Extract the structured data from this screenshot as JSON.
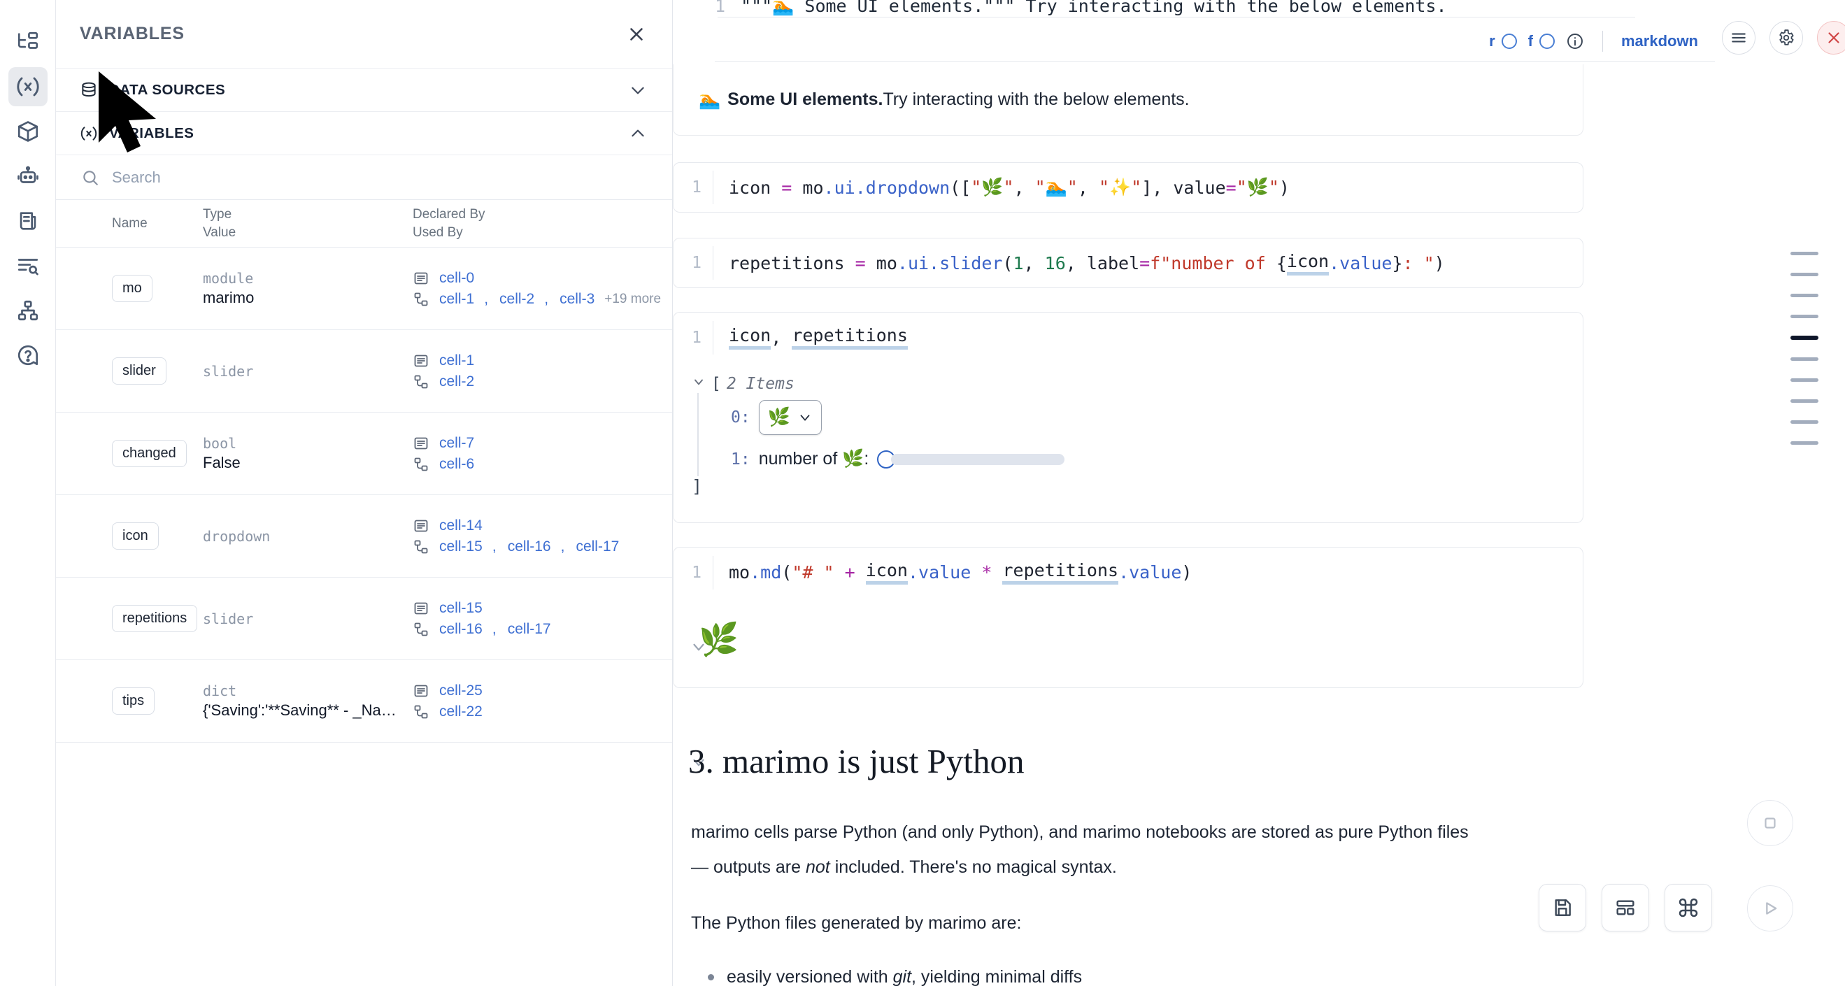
{
  "rail": {
    "items": [
      {
        "name": "file-tree-icon",
        "label": "File explorer"
      },
      {
        "name": "variables-icon",
        "label": "Variables",
        "active": true
      },
      {
        "name": "package-icon",
        "label": "Packages"
      },
      {
        "name": "robot-icon",
        "label": "Chat"
      },
      {
        "name": "scratchpad-icon",
        "label": "Scratchpad"
      },
      {
        "name": "outline-icon",
        "label": "Outline"
      },
      {
        "name": "dependency-graph-icon",
        "label": "Dependency graph"
      },
      {
        "name": "help-icon",
        "label": "Help"
      }
    ]
  },
  "panel": {
    "title": "VARIABLES",
    "close_label": "×",
    "sections": [
      {
        "label": "DATA SOURCES",
        "icon": "database-icon",
        "expanded": false
      },
      {
        "label": "VARIABLES",
        "icon": "variables-icon",
        "expanded": true
      }
    ],
    "search": {
      "placeholder": "Search",
      "value": ""
    },
    "table": {
      "headers": {
        "name": "Name",
        "type": "Type",
        "value": "Value",
        "declared_by": "Declared By",
        "used_by": "Used By"
      },
      "rows": [
        {
          "name": "mo",
          "type": "module",
          "value": "marimo",
          "declared_by": [
            "cell-0"
          ],
          "used_by": [
            "cell-1",
            "cell-2",
            "cell-3"
          ],
          "more": "+19 more"
        },
        {
          "name": "slider",
          "type": "slider",
          "value": "",
          "declared_by": [
            "cell-1"
          ],
          "used_by": [
            "cell-2"
          ],
          "more": ""
        },
        {
          "name": "changed",
          "type": "bool",
          "value": "False",
          "declared_by": [
            "cell-7"
          ],
          "used_by": [
            "cell-6"
          ],
          "more": ""
        },
        {
          "name": "icon",
          "type": "dropdown",
          "value": "",
          "declared_by": [
            "cell-14"
          ],
          "used_by": [
            "cell-15",
            "cell-16",
            "cell-17"
          ],
          "more": ""
        },
        {
          "name": "repetitions",
          "type": "slider",
          "value": "",
          "declared_by": [
            "cell-15"
          ],
          "used_by": [
            "cell-16",
            "cell-17"
          ],
          "more": ""
        },
        {
          "name": "tips",
          "type": "dict",
          "value": "{'Saving':'**Saving** - _Na…",
          "declared_by": [
            "cell-25"
          ],
          "used_by": [
            "cell-22"
          ],
          "more": ""
        }
      ]
    }
  },
  "notebook": {
    "truncated_code": "\"\"\"🏊 Some UI elements.\"\"\" Try interacting with the below elements.",
    "cell_toolbar": {
      "r_label": "r",
      "f_label": "f",
      "info_icon": "info-icon",
      "language": "markdown",
      "menu_icon": "hamburger-menu-icon",
      "settings_icon": "gear-icon",
      "delete_icon": "close-icon"
    },
    "markdown_output": {
      "emoji": "🏊",
      "bold": "Some UI elements.",
      "rest": " Try interacting with the below elements."
    },
    "cells": [
      {
        "line_no": "1",
        "tokens": [
          {
            "t": "icon",
            "c": "var"
          },
          {
            "t": " ",
            "c": "p"
          },
          {
            "t": "=",
            "c": "op"
          },
          {
            "t": " ",
            "c": "p"
          },
          {
            "t": "mo",
            "c": "var"
          },
          {
            "t": ".",
            "c": "attr"
          },
          {
            "t": "ui",
            "c": "attr"
          },
          {
            "t": ".",
            "c": "attr"
          },
          {
            "t": "dropdown",
            "c": "fn"
          },
          {
            "t": "([",
            "c": "p"
          },
          {
            "t": "\"🌿\"",
            "c": "str"
          },
          {
            "t": ", ",
            "c": "p"
          },
          {
            "t": "\"🏊\"",
            "c": "str"
          },
          {
            "t": ", ",
            "c": "p"
          },
          {
            "t": "\"✨\"",
            "c": "str"
          },
          {
            "t": "], ",
            "c": "p"
          },
          {
            "t": "value",
            "c": "var"
          },
          {
            "t": "=",
            "c": "op"
          },
          {
            "t": "\"🌿\"",
            "c": "str"
          },
          {
            "t": ")",
            "c": "p"
          }
        ]
      },
      {
        "line_no": "1",
        "tokens": [
          {
            "t": "repetitions",
            "c": "var"
          },
          {
            "t": " ",
            "c": "p"
          },
          {
            "t": "=",
            "c": "op"
          },
          {
            "t": " ",
            "c": "p"
          },
          {
            "t": "mo",
            "c": "var"
          },
          {
            "t": ".",
            "c": "attr"
          },
          {
            "t": "ui",
            "c": "attr"
          },
          {
            "t": ".",
            "c": "attr"
          },
          {
            "t": "slider",
            "c": "fn"
          },
          {
            "t": "(",
            "c": "p"
          },
          {
            "t": "1",
            "c": "num"
          },
          {
            "t": ", ",
            "c": "p"
          },
          {
            "t": "16",
            "c": "num"
          },
          {
            "t": ", ",
            "c": "p"
          },
          {
            "t": "label",
            "c": "var"
          },
          {
            "t": "=",
            "c": "op"
          },
          {
            "t": "f\"number of ",
            "c": "str"
          },
          {
            "t": "{",
            "c": "p"
          },
          {
            "t": "icon",
            "c": "ref"
          },
          {
            "t": ".",
            "c": "attr"
          },
          {
            "t": "value",
            "c": "blue"
          },
          {
            "t": "}",
            "c": "p"
          },
          {
            "t": ": \"",
            "c": "str"
          },
          {
            "t": ")",
            "c": "p"
          }
        ]
      },
      {
        "line_no": "1",
        "tokens": [
          {
            "t": "icon",
            "c": "ref"
          },
          {
            "t": ", ",
            "c": "p"
          },
          {
            "t": "repetitions",
            "c": "ref"
          }
        ]
      },
      {
        "line_no": "1",
        "tokens": [
          {
            "t": "mo",
            "c": "var"
          },
          {
            "t": ".",
            "c": "attr"
          },
          {
            "t": "md",
            "c": "fn"
          },
          {
            "t": "(",
            "c": "p"
          },
          {
            "t": "\"# \"",
            "c": "str"
          },
          {
            "t": " ",
            "c": "p"
          },
          {
            "t": "+",
            "c": "op"
          },
          {
            "t": " ",
            "c": "p"
          },
          {
            "t": "icon",
            "c": "ref"
          },
          {
            "t": ".",
            "c": "attr"
          },
          {
            "t": "value",
            "c": "blue"
          },
          {
            "t": " ",
            "c": "p"
          },
          {
            "t": "*",
            "c": "op"
          },
          {
            "t": " ",
            "c": "p"
          },
          {
            "t": "repetitions",
            "c": "ref"
          },
          {
            "t": ".",
            "c": "attr"
          },
          {
            "t": "value",
            "c": "blue"
          },
          {
            "t": ")",
            "c": "p"
          }
        ]
      }
    ],
    "array_output": {
      "bracket_open": "[",
      "count_label": "2 Items",
      "bracket_close": "]",
      "items": [
        {
          "index": "0:",
          "kind": "dropdown",
          "value": "🌿"
        },
        {
          "index": "1:",
          "kind": "slider",
          "label": "number of 🌿:",
          "value": 1,
          "min": 1,
          "max": 16
        }
      ]
    },
    "md_output_emoji": "🌿",
    "section": {
      "heading": "3. marimo is just Python",
      "paragraph_1a": "marimo cells parse Python (and only Python), and marimo notebooks are stored as pure Python files",
      "paragraph_1b_pre": "— outputs are ",
      "paragraph_1b_em": "not",
      "paragraph_1b_post": " included. There's no magical syntax.",
      "paragraph_2": "The Python files generated by marimo are:",
      "bullet_1_pre": "easily versioned with ",
      "bullet_1_em": "git",
      "bullet_1_post": ", yielding minimal diffs"
    },
    "minimap": {
      "count": 10,
      "active_index": 4
    },
    "float_toolbar": {
      "save": "save-icon",
      "layout": "layout-icon",
      "command": "command-palette-icon",
      "stop": "stop-icon",
      "run": "run-icon"
    }
  },
  "colors": {
    "link": "#3e6fd2",
    "accent": "#2f63c4",
    "danger": "#d04545",
    "muted": "#8b95a5"
  }
}
